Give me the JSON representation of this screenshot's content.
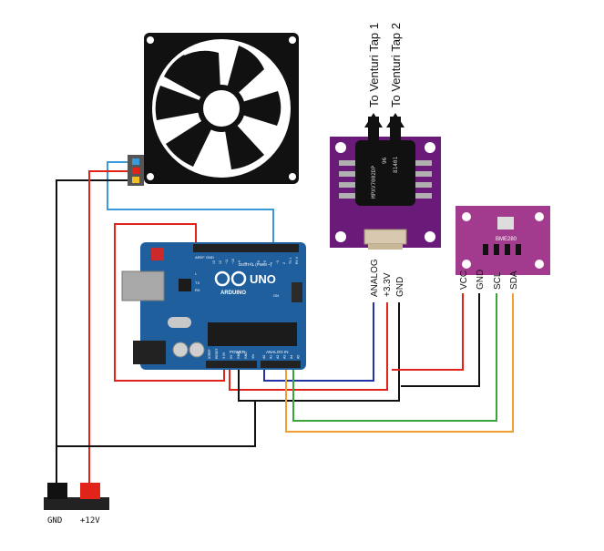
{
  "colors": {
    "board_blue": "#1f5f9e",
    "sensor_purple": "#6a1b7a",
    "bme_magenta": "#a23a8e",
    "wire_red": "#e2231a",
    "wire_black": "#111111",
    "wire_blue": "#2233aa",
    "wire_lightblue": "#3a9ad9",
    "wire_green": "#3aa63a",
    "wire_orange": "#f0a030"
  },
  "arduino": {
    "brand": "ARDUINO",
    "model": "UNO",
    "digital_label": "DIGITAL (PWM ~)",
    "power_label": "POWER",
    "analog_label": "ANALOG IN",
    "aref_label": "AREF",
    "gnd_label": "GND",
    "tx_label": "TX",
    "rx_label": "RX",
    "l_label": "L",
    "on_label": "ON",
    "pins_power": [
      "IOREF",
      "RESET",
      "3.3V",
      "5V",
      "GND",
      "GND",
      "Vin"
    ],
    "pins_analog": [
      "A0",
      "A1",
      "A2",
      "A3",
      "A4",
      "A5"
    ],
    "pins_digital": [
      "13",
      "12",
      "~11",
      "~10",
      "~9",
      "8",
      "7",
      "~6",
      "~5",
      "4",
      "~3",
      "2",
      "TX 1",
      "RX 0"
    ]
  },
  "pressure_sensor": {
    "chip_text_1": "MPXV7002DP",
    "chip_text_2": "96",
    "chip_text_3": "81401",
    "tap1": "To Venturi Tap 1",
    "tap2": "To Venturi Tap 2",
    "pins": [
      "ANALOG",
      "+3.3V",
      "GND"
    ]
  },
  "bme280": {
    "label": "BME280",
    "pins": [
      "VCC",
      "GND",
      "SCL",
      "SDA"
    ]
  },
  "power_connector": {
    "gnd": "GND",
    "v12": "+12V"
  }
}
